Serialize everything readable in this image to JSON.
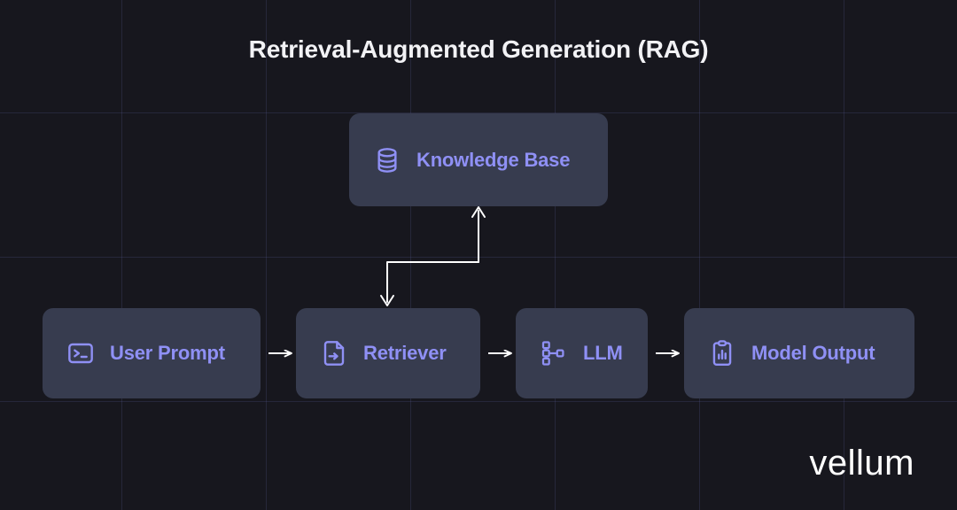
{
  "diagram": {
    "title": "Retrieval-Augmented Generation (RAG)",
    "background_color": "#17171e",
    "node_color": "#373c4f",
    "accent_color": "#8f90f5",
    "arrow_color": "#ffffff",
    "grid_color": "#5c60a0",
    "nodes": [
      {
        "id": "knowledge-base",
        "label": "Knowledge Base",
        "icon": "database-icon"
      },
      {
        "id": "user-prompt",
        "label": "User Prompt",
        "icon": "terminal-icon"
      },
      {
        "id": "retriever",
        "label": "Retriever",
        "icon": "document-arrow-icon"
      },
      {
        "id": "llm",
        "label": "LLM",
        "icon": "network-nodes-icon"
      },
      {
        "id": "model-output",
        "label": "Model Output",
        "icon": "clipboard-chart-icon"
      }
    ],
    "edges": [
      {
        "from": "user-prompt",
        "to": "retriever",
        "style": "straight-arrow"
      },
      {
        "from": "retriever",
        "to": "knowledge-base",
        "style": "elbow-arrow-up"
      },
      {
        "from": "knowledge-base",
        "to": "retriever",
        "style": "elbow-arrow-down"
      },
      {
        "from": "retriever",
        "to": "llm",
        "style": "straight-arrow"
      },
      {
        "from": "llm",
        "to": "model-output",
        "style": "straight-arrow"
      }
    ]
  },
  "branding": {
    "logo_text": "vellum"
  }
}
